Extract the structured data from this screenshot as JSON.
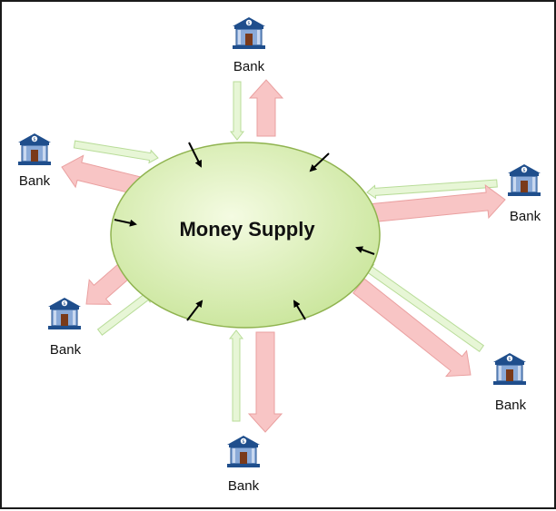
{
  "diagram": {
    "center_label": "Money Supply",
    "bank_icon": "bank-building-icon",
    "banks": [
      {
        "id": "top",
        "label": "Bank"
      },
      {
        "id": "upper-left",
        "label": "Bank"
      },
      {
        "id": "right",
        "label": "Bank"
      },
      {
        "id": "lower-left",
        "label": "Bank"
      },
      {
        "id": "lower-right",
        "label": "Bank"
      },
      {
        "id": "bottom",
        "label": "Bank"
      }
    ]
  },
  "colors": {
    "border": "#1a1a1a",
    "oval_fill_light": "#f4fbe2",
    "oval_fill_dark": "#c9e59a",
    "oval_stroke": "#8fb34f",
    "inflow_arrow": "#e7f6d6",
    "inflow_stroke": "#b8dc98",
    "outflow_arrow": "#f8c5c5",
    "outflow_stroke": "#eaa0a0",
    "pressure_arrow": "#000000",
    "bank_roof": "#1f4e8c",
    "bank_body": "#8aaad8",
    "bank_door": "#7a3a1a"
  }
}
